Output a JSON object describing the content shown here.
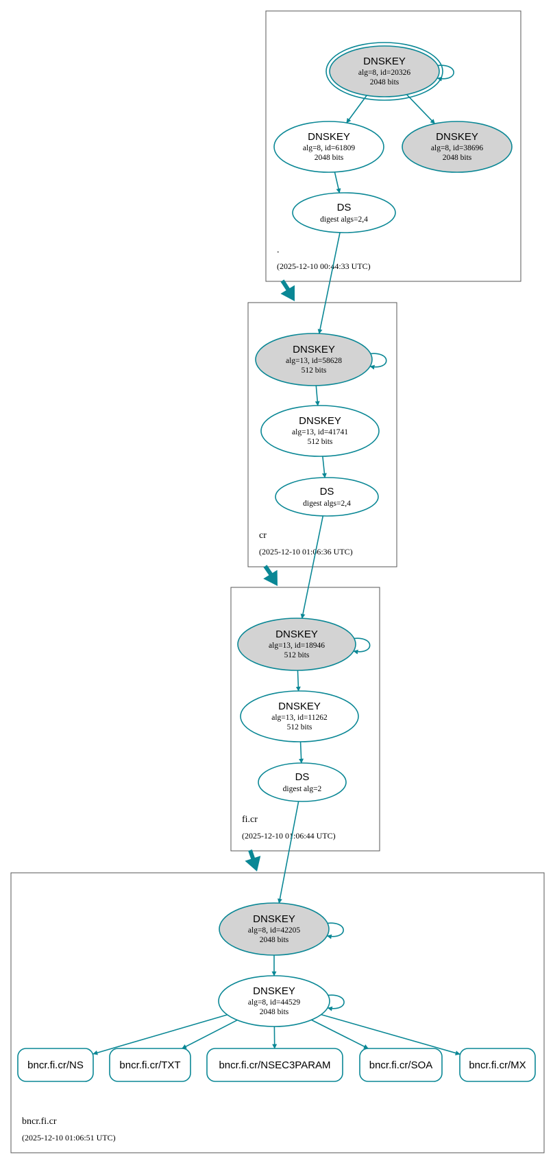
{
  "colors": {
    "edge": "#0a8795",
    "node_stroke": "#0a8795",
    "node_fill_sep": "#d3d3d3",
    "node_fill": "#ffffff",
    "zone_border": "#555555",
    "text": "#000000"
  },
  "zones": [
    {
      "id": "root",
      "name": ".",
      "timestamp": "(2025-12-10 00:44:33 UTC)"
    },
    {
      "id": "cr",
      "name": "cr",
      "timestamp": "(2025-12-10 01:06:36 UTC)"
    },
    {
      "id": "ficr",
      "name": "fi.cr",
      "timestamp": "(2025-12-10 01:06:44 UTC)"
    },
    {
      "id": "bncr",
      "name": "bncr.fi.cr",
      "timestamp": "(2025-12-10 01:06:51 UTC)"
    }
  ],
  "nodes": [
    {
      "id": "root_ksk",
      "kind": "DNSKEY",
      "title": "DNSKEY",
      "line1": "alg=8, id=20326",
      "line2": "2048 bits",
      "sep": true,
      "trust_anchor": true,
      "self_signed": true
    },
    {
      "id": "root_zsk",
      "kind": "DNSKEY",
      "title": "DNSKEY",
      "line1": "alg=8, id=61809",
      "line2": "2048 bits",
      "sep": false
    },
    {
      "id": "root_k2",
      "kind": "DNSKEY",
      "title": "DNSKEY",
      "line1": "alg=8, id=38696",
      "line2": "2048 bits",
      "sep": true
    },
    {
      "id": "root_ds",
      "kind": "DS",
      "title": "DS",
      "line1": "digest algs=2,4"
    },
    {
      "id": "cr_ksk",
      "kind": "DNSKEY",
      "title": "DNSKEY",
      "line1": "alg=13, id=58628",
      "line2": "512 bits",
      "sep": true,
      "self_signed": true
    },
    {
      "id": "cr_zsk",
      "kind": "DNSKEY",
      "title": "DNSKEY",
      "line1": "alg=13, id=41741",
      "line2": "512 bits",
      "sep": false
    },
    {
      "id": "cr_ds",
      "kind": "DS",
      "title": "DS",
      "line1": "digest algs=2,4"
    },
    {
      "id": "fi_ksk",
      "kind": "DNSKEY",
      "title": "DNSKEY",
      "line1": "alg=13, id=18946",
      "line2": "512 bits",
      "sep": true,
      "self_signed": true
    },
    {
      "id": "fi_zsk",
      "kind": "DNSKEY",
      "title": "DNSKEY",
      "line1": "alg=13, id=11262",
      "line2": "512 bits",
      "sep": false
    },
    {
      "id": "fi_ds",
      "kind": "DS",
      "title": "DS",
      "line1": "digest alg=2"
    },
    {
      "id": "bn_ksk",
      "kind": "DNSKEY",
      "title": "DNSKEY",
      "line1": "alg=8, id=42205",
      "line2": "2048 bits",
      "sep": true,
      "self_signed": true
    },
    {
      "id": "bn_zsk",
      "kind": "DNSKEY",
      "title": "DNSKEY",
      "line1": "alg=8, id=44529",
      "line2": "2048 bits",
      "sep": false,
      "self_signed": true
    }
  ],
  "rrsets": [
    {
      "id": "rr_ns",
      "label": "bncr.fi.cr/NS"
    },
    {
      "id": "rr_txt",
      "label": "bncr.fi.cr/TXT"
    },
    {
      "id": "rr_nsec3param",
      "label": "bncr.fi.cr/NSEC3PARAM"
    },
    {
      "id": "rr_soa",
      "label": "bncr.fi.cr/SOA"
    },
    {
      "id": "rr_mx",
      "label": "bncr.fi.cr/MX"
    }
  ],
  "edges": [
    {
      "from": "root_ksk",
      "to": "root_zsk"
    },
    {
      "from": "root_ksk",
      "to": "root_k2"
    },
    {
      "from": "root_zsk",
      "to": "root_ds"
    },
    {
      "from": "root_ds",
      "to": "cr_ksk"
    },
    {
      "from": "cr_ksk",
      "to": "cr_zsk"
    },
    {
      "from": "cr_zsk",
      "to": "cr_ds"
    },
    {
      "from": "cr_ds",
      "to": "fi_ksk"
    },
    {
      "from": "fi_ksk",
      "to": "fi_zsk"
    },
    {
      "from": "fi_zsk",
      "to": "fi_ds"
    },
    {
      "from": "fi_ds",
      "to": "bn_ksk"
    },
    {
      "from": "bn_ksk",
      "to": "bn_zsk"
    },
    {
      "from": "bn_zsk",
      "to": "rr_ns"
    },
    {
      "from": "bn_zsk",
      "to": "rr_txt"
    },
    {
      "from": "bn_zsk",
      "to": "rr_nsec3param"
    },
    {
      "from": "bn_zsk",
      "to": "rr_soa"
    },
    {
      "from": "bn_zsk",
      "to": "rr_mx"
    }
  ],
  "delegations": [
    {
      "from": "root",
      "to": "cr"
    },
    {
      "from": "cr",
      "to": "ficr"
    },
    {
      "from": "ficr",
      "to": "bncr"
    }
  ]
}
